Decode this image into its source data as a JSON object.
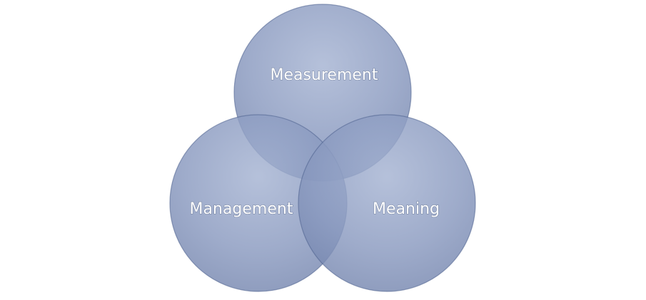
{
  "diagram": {
    "type": "venn",
    "fill_color": "#7f90b8",
    "edge_color": "#4a5f8c",
    "circles": [
      {
        "id": "measurement",
        "label": "Measurement"
      },
      {
        "id": "management",
        "label": "Management"
      },
      {
        "id": "meaning",
        "label": "Meaning"
      }
    ]
  }
}
